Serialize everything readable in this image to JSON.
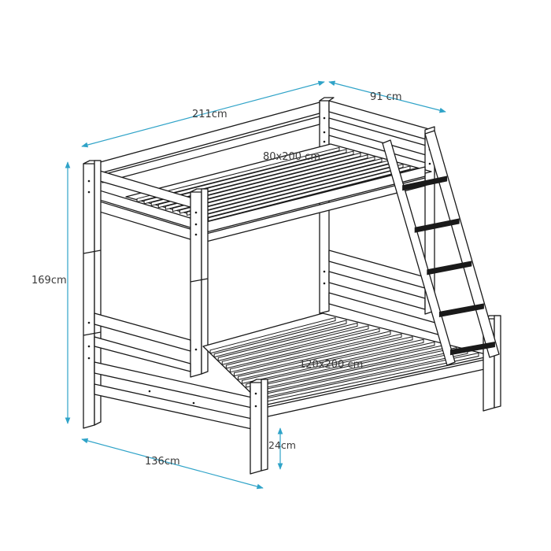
{
  "dimensions": {
    "length": "211cm",
    "depth": "91 cm",
    "height": "169cm",
    "width_bottom": "136cm",
    "leg_height": "24cm"
  },
  "mattress_labels": {
    "top_bunk": "80x200 cm",
    "bottom_bunk": "120x200 cm"
  },
  "colors": {
    "dimension_lines": "#2fa3c8",
    "outline": "#1a1a1a",
    "text": "#3a3a3a"
  }
}
